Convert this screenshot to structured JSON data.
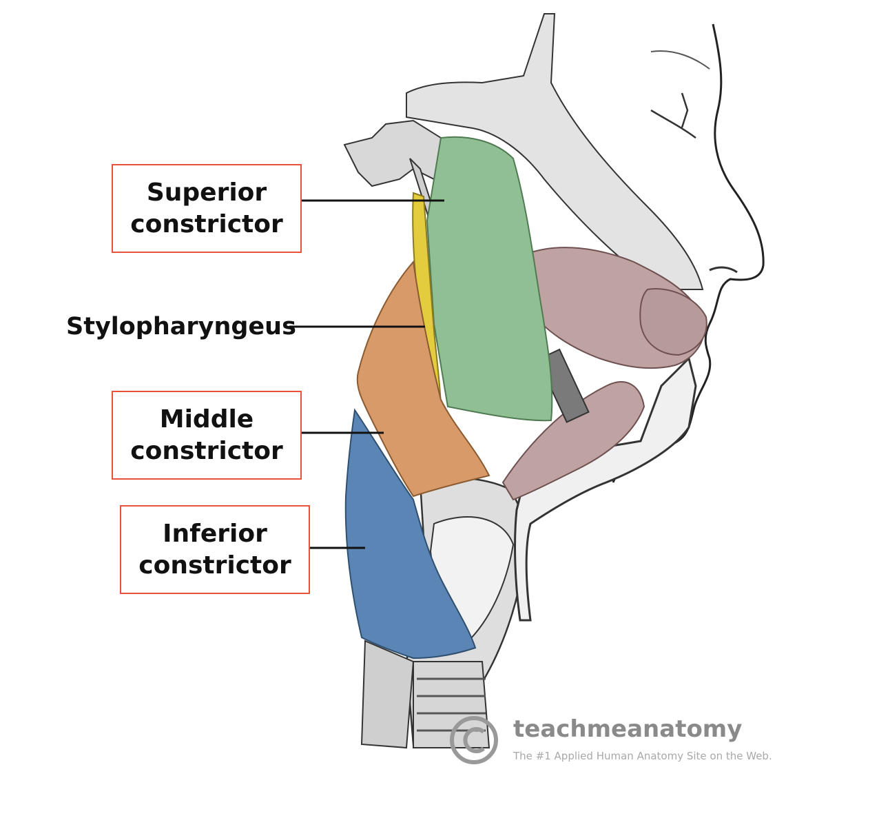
{
  "labels": {
    "superior": {
      "line1": "Superior",
      "line2": "constrictor"
    },
    "stylopharyngeus": "Stylopharyngeus",
    "middle": {
      "line1": "Middle",
      "line2": "constrictor"
    },
    "inferior": {
      "line1": "Inferior",
      "line2": "constrictor"
    }
  },
  "watermark": {
    "name": "teachmeanatomy",
    "tagline": "The #1 Applied Human Anatomy Site on the Web."
  },
  "colors": {
    "superior_constrictor": "#8fbf93",
    "stylopharyngeus": "#e3cd3f",
    "middle_constrictor": "#d99a6a",
    "inferior_constrictor": "#5a85b4",
    "facial_muscles": "#bfa2a2",
    "label_border": "#e8503a"
  }
}
